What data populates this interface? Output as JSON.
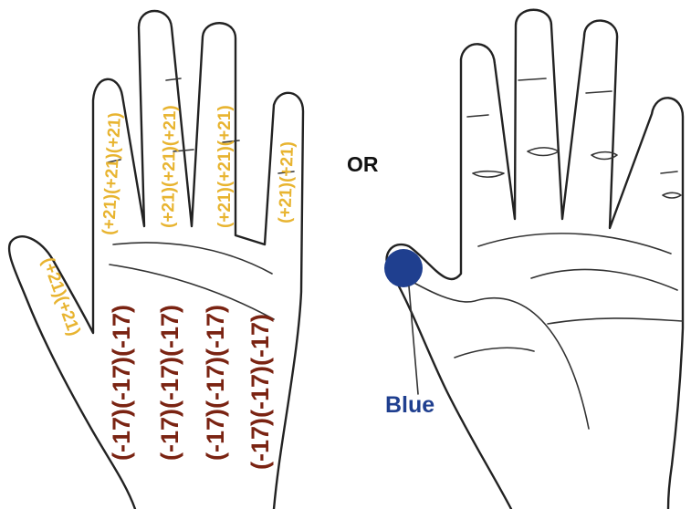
{
  "left_hand": {
    "finger_labels": {
      "thumb": "(+21)(+21)",
      "index": "(+21)(+21)(+21)",
      "middle": "(+21)(+21)(+21)",
      "ring": "(+21)(+21)(+21)",
      "pinky": "(+21)(+21)"
    },
    "palm_columns": [
      "(-17)(-17)(-17)",
      "(-17)(-17)(-17)",
      "(-17)(-17)(-17)",
      "(-17)(-17)(-17)"
    ],
    "colors": {
      "finger_text": "#e8b430",
      "palm_text": "#7a2312"
    }
  },
  "separator": {
    "label": "OR"
  },
  "right_hand": {
    "marker_label": "Blue",
    "colors": {
      "marker": "#1f3f8f"
    }
  }
}
